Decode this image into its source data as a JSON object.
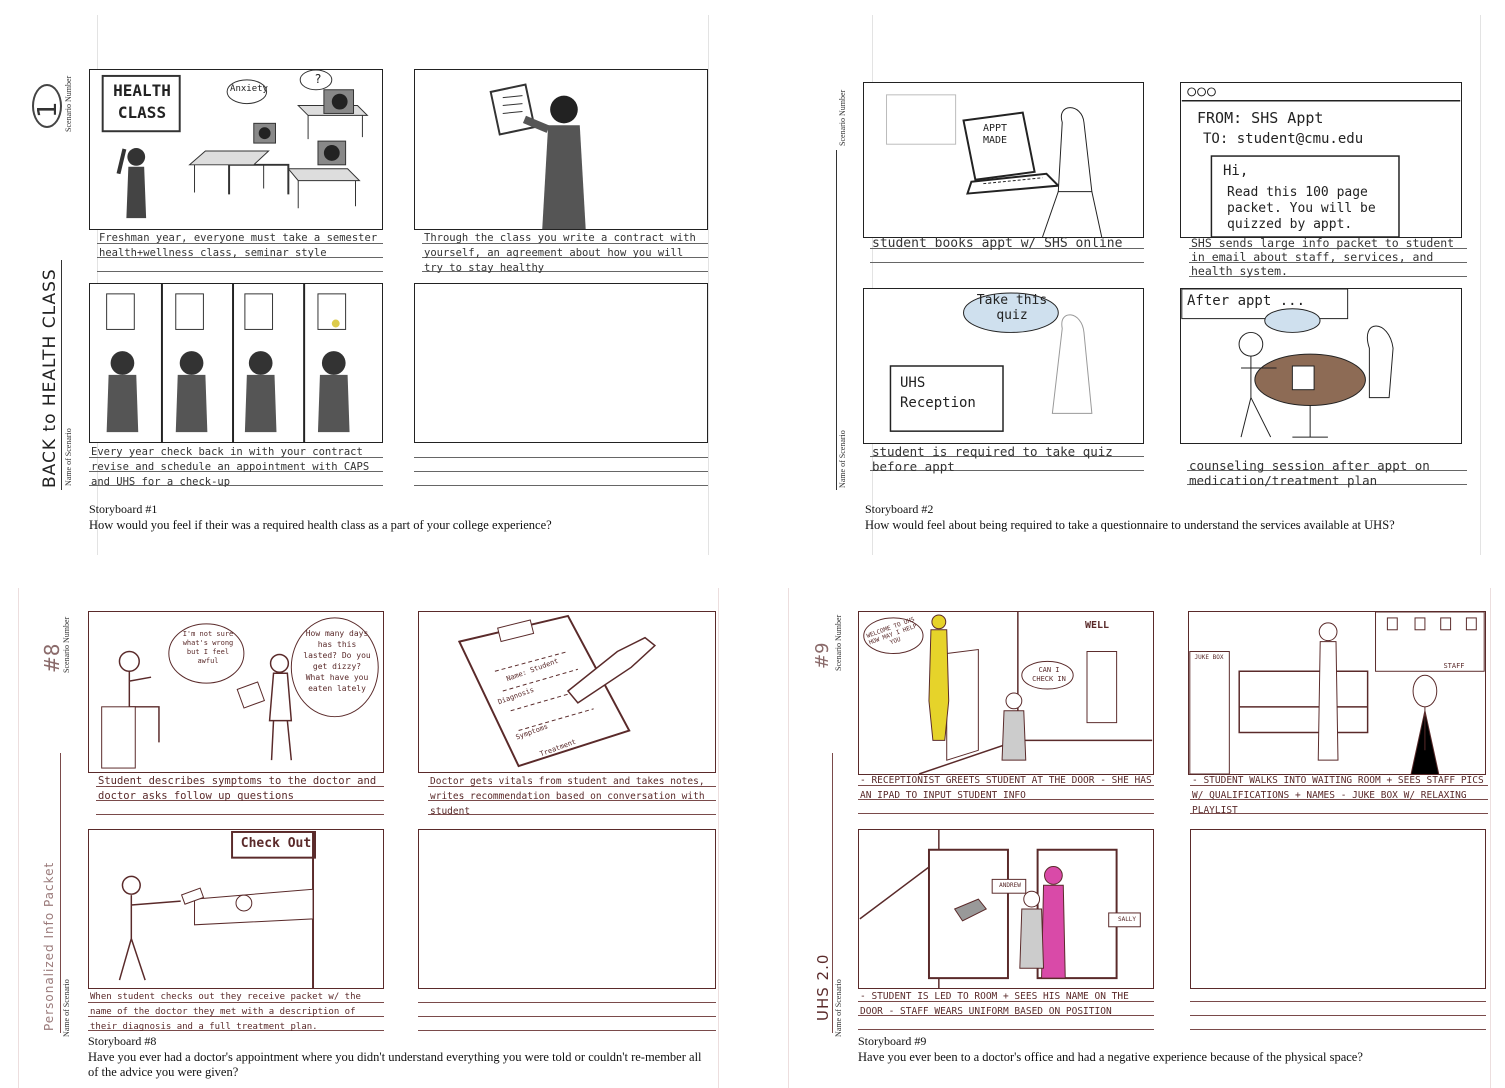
{
  "storyboard1": {
    "scenario_number_label": "Scenario Number",
    "scenario_number": "1",
    "name_label": "Name of Scenario",
    "name": "BACK to HEALTH CLASS",
    "panel1_sign": "HEALTH CLASS",
    "panel1_bubble1": "Anxiety",
    "panel1_bubble2": "?",
    "caption1": "Freshman year, everyone must take a semester health+wellness class, seminar style",
    "caption2": "Through the class you write a contract with yourself, an agreement about how you will try to stay healthy",
    "caption3": "Every year check back in with your contract revise and schedule an appointment with CAPS and UHS for a check-up",
    "title": "Storyboard #1",
    "question": "How would you feel if their was a required health class as a part of your college experience?"
  },
  "storyboard2": {
    "scenario_number_label": "Scenario Number",
    "name_label": "Name of Scenario",
    "panel1_screen": "APPT MADE",
    "panel2_header": "FROM: SHS Appt",
    "panel2_to": "TO: student@cmu.edu",
    "panel2_body_hi": "Hi,",
    "panel2_body": "Read this 100 page packet. You will be quizzed by appt.",
    "panel3_bubble": "Take this quiz",
    "panel3_sign": "UHS Reception",
    "panel4_label": "After appt ...",
    "caption1": "student books appt w/ SHS online",
    "caption2": "SHS sends large info packet to student in email about staff, services, and health system.",
    "caption3": "student is required to take quiz before appt",
    "caption4": "counseling session after appt on medication/treatment plan",
    "title": "Storyboard #2",
    "question": "How would feel about being required to take a questionnaire to understand the services available at UHS?"
  },
  "storyboard8": {
    "scenario_number_label": "Scenario Number",
    "scenario_number": "#8",
    "name_label": "Name of Scenario",
    "name": "Personalized Info Packet",
    "panel1_bubble1": "I'm not sure what's wrong but I feel awful",
    "panel1_bubble2": "How many days has this lasted? Do you get dizzy? What have you eaten lately",
    "panel2_lines": [
      "Name: Student",
      "Diagnosis",
      "Symptoms",
      "Treatment"
    ],
    "panel3_sign": "Check Out",
    "caption1": "Student describes symptoms to the doctor and doctor asks follow up questions",
    "caption2": "Doctor gets vitals from student and takes notes, writes recommendation based on conversation with student",
    "caption3": "When student checks out they receive packet w/ the name of the doctor they met with a description of their diagnosis and a full treatment plan.",
    "title": "Storyboard #8",
    "question": "Have you ever had a doctor's appointment where you didn't understand everything you were told or couldn't re-member all of the advice you were given?"
  },
  "storyboard9": {
    "scenario_number_label": "Scenario Number",
    "scenario_number": "#9",
    "name_label": "Name of Scenario",
    "name": "UHS 2.0",
    "panel1_bubble1": "WELCOME TO UHS HOW MAY I HELP YOU",
    "panel1_bubble2": "CAN I CHECK IN",
    "panel1_sign": "WELL",
    "panel2_sign1": "JUKE BOX",
    "panel2_sign2": "STAFF",
    "panel3_door1": "ANDREW",
    "panel3_door2": "SALLY",
    "caption1": "- RECEPTIONIST GREETS STUDENT AT THE DOOR - SHE HAS AN IPAD TO INPUT STUDENT INFO",
    "caption2": "- STUDENT WALKS INTO WAITING ROOM + SEES STAFF PICS W/ QUALIFICATIONS + NAMES - JUKE BOX W/ RELAXING PLAYLIST",
    "caption3": "- STUDENT IS LED TO ROOM + SEES HIS NAME ON THE DOOR - STAFF WEARS UNIFORM BASED ON POSITION",
    "title": "Storyboard #9",
    "question": "Have you ever been to a doctor's office and had a negative experience because of the physical space?"
  }
}
